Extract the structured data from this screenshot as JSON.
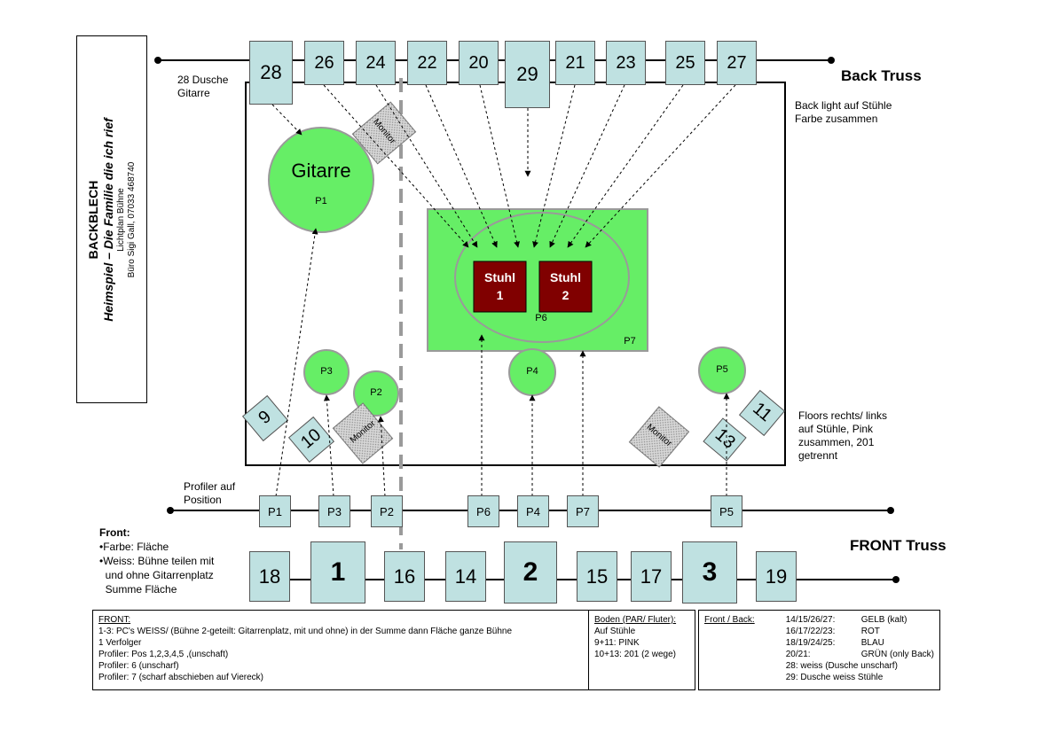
{
  "title": {
    "line1": "BACKBLECH",
    "line2": "Heimspiel – Die Familie die ich rief",
    "line3": "Lichtplan Bühne",
    "line4": "Büro Sigi Gall, 07033 468740"
  },
  "back_truss": {
    "label": "Back Truss",
    "fixtures": [
      "28",
      "26",
      "24",
      "22",
      "20",
      "29",
      "21",
      "23",
      "25",
      "27"
    ],
    "note_left": [
      "28 Dusche",
      "Gitarre"
    ],
    "note_right": [
      "Back light auf Stühle",
      "Farbe zusammen"
    ]
  },
  "stage": {
    "guitar": {
      "label": "Gitarre",
      "pos": "P1"
    },
    "platform": {
      "pos": "P7"
    },
    "chair_area": {
      "pos": "P6"
    },
    "chairs": [
      {
        "line1": "Stuhl",
        "line2": "1"
      },
      {
        "line1": "Stuhl",
        "line2": "2"
      }
    ],
    "spots": [
      "P3",
      "P2",
      "P4",
      "P5"
    ],
    "monitors": [
      "Monitor",
      "Monitor",
      "Monitor"
    ],
    "floors": [
      "9",
      "10",
      "13",
      "11"
    ],
    "floors_note": [
      "Floors rechts/ links",
      "auf Stühle, Pink",
      "zusammen, 201",
      "getrennt"
    ]
  },
  "profiler_truss": {
    "label": [
      "Profiler auf",
      "Position"
    ],
    "fixtures": [
      "P1",
      "P3",
      "P2",
      "P6",
      "P4",
      "P7",
      "P5"
    ]
  },
  "front_truss": {
    "label": "FRONT Truss",
    "fixtures": [
      "18",
      "1",
      "16",
      "14",
      "2",
      "15",
      "17",
      "3",
      "19"
    ],
    "note_title": "Front:",
    "note_lines": [
      "•Farbe: Fläche",
      "•Weiss: Bühne teilen mit",
      "  und ohne Gitarrenplatz",
      "  Summe Fläche"
    ]
  },
  "legend_front": {
    "heading": "FRONT:",
    "lines": [
      "1-3:  PC's WEISS/ (Bühne 2-geteilt: Gitarrenplatz, mit und ohne) in der Summe dann Fläche ganze Bühne",
      "1 Verfolger",
      "Profiler: Pos 1,2,3,4,5 ,(unschaft)",
      "Profiler: 6 (unscharf)",
      "Profiler: 7 (scharf abschieben auf Viereck)"
    ]
  },
  "legend_boden": {
    "heading": "Boden (PAR/ Fluter):",
    "lines": [
      "Auf Stühle",
      "9+11:  PINK",
      "10+13: 201 (2 wege)"
    ]
  },
  "legend_colors": {
    "heading": "Front / Back:",
    "rows": [
      {
        "ch": "14/15/26/27:",
        "color": "GELB (kalt)"
      },
      {
        "ch": "16/17/22/23:",
        "color": "ROT"
      },
      {
        "ch": "18/19/24/25:",
        "color": "BLAU"
      },
      {
        "ch": "20/21:",
        "color": "GRÜN (only Back)"
      },
      {
        "ch": "",
        "color": "28: weiss (Dusche unscharf)"
      },
      {
        "ch": "",
        "color": "29: Dusche weiss Stühle"
      }
    ]
  },
  "colors": {
    "fixture_fill": "#bfe1e1",
    "stage_green": "#66ee66",
    "chair_red": "#800000",
    "circle_stroke": "#9a9a9a",
    "monitor_fill": "#d8d8d8"
  }
}
